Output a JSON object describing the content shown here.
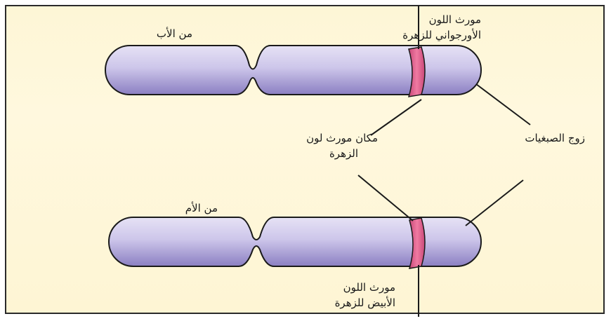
{
  "labels": {
    "father": "من الأب",
    "mother": "من الأم",
    "purple_gene": [
      "مورث اللون",
      "الأورجواني للزهرة"
    ],
    "gene_locus": [
      "مكان مورث لون",
      "الزهرة"
    ],
    "chromosome_pair": "زوج الصبغيات",
    "white_gene": [
      "مورث اللون",
      "الأبيض للزهرة"
    ]
  },
  "colors": {
    "chromosome_light": "#e6e2f5",
    "chromosome_dark": "#8b7fc2",
    "gene_band": "#e0608c",
    "outline": "#1a1a1a"
  }
}
